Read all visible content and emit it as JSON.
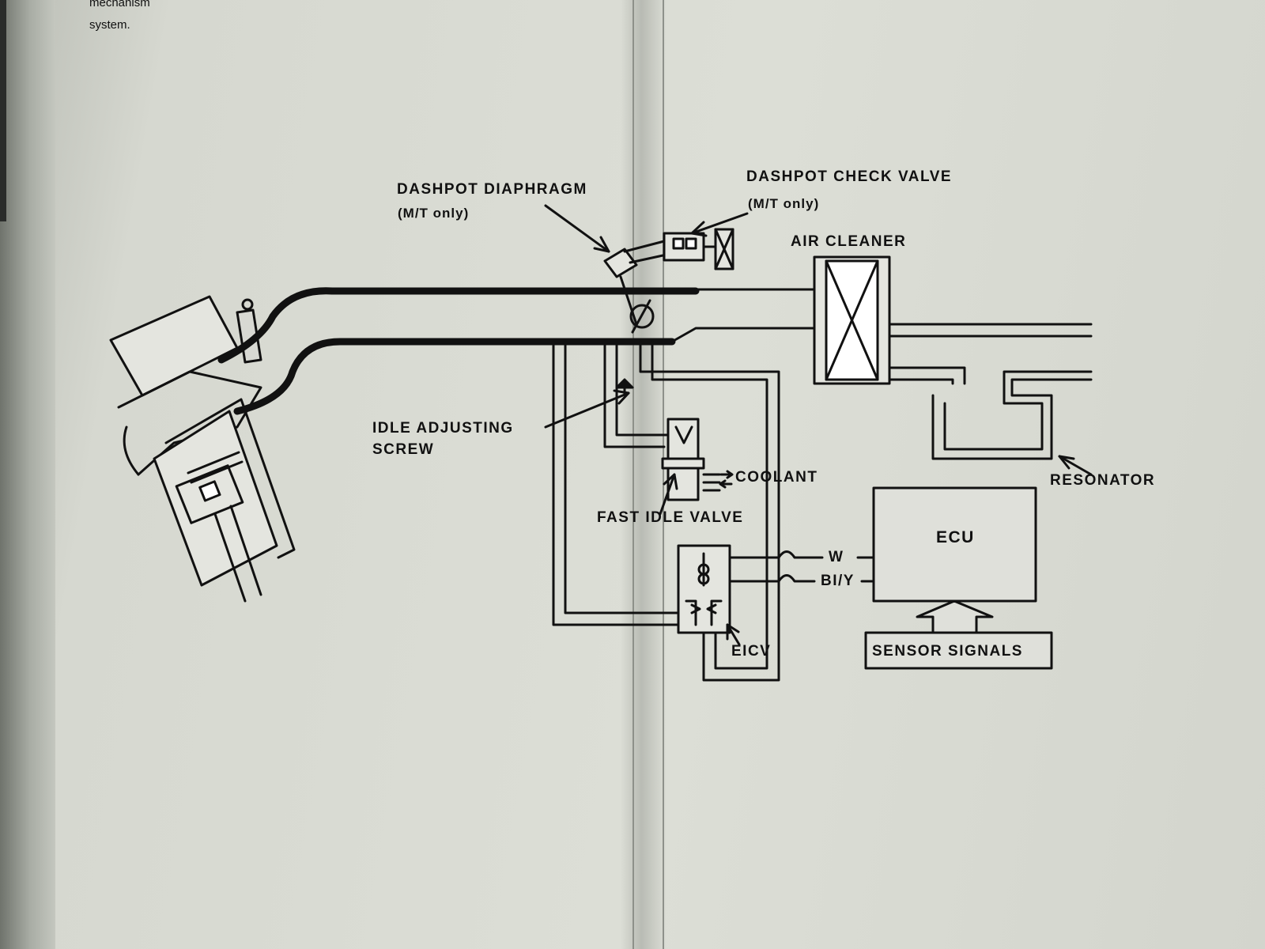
{
  "page": {
    "header_text_line1": "mechanism",
    "header_text_line2": "system."
  },
  "diagram": {
    "labels": {
      "dashpot_diaphragm": "DASHPOT DIAPHRAGM",
      "dashpot_diaphragm_note": "(M/T only)",
      "dashpot_check_valve": "DASHPOT CHECK VALVE",
      "dashpot_check_valve_note": "(M/T only)",
      "air_cleaner": "AIR CLEANER",
      "idle_adjusting_screw_1": "IDLE ADJUSTING",
      "idle_adjusting_screw_2": "SCREW",
      "coolant": "COOLANT",
      "fast_idle_valve": "FAST IDLE VALVE",
      "resonator": "RESONATOR",
      "ecu": "ECU",
      "wire_w": "W",
      "wire_bly": "BI/Y",
      "eicv": "EICV",
      "sensor_signals": "SENSOR SIGNALS"
    }
  }
}
